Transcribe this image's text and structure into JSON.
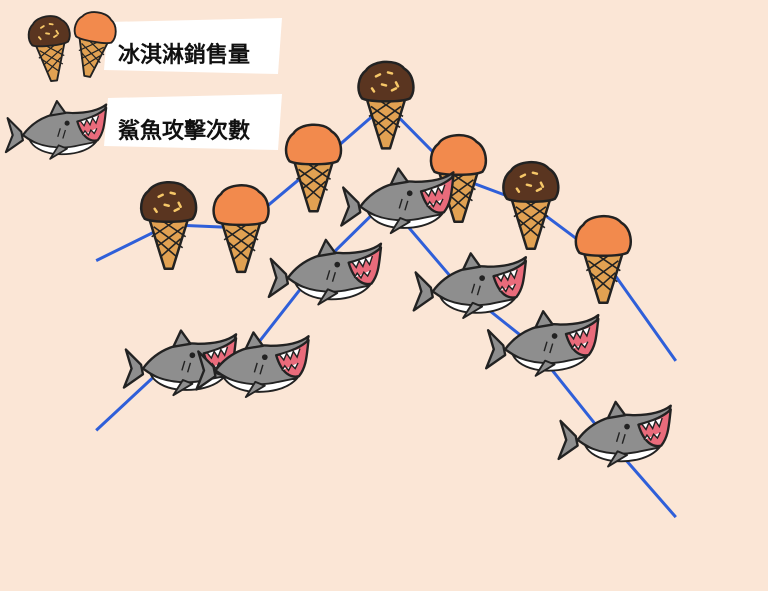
{
  "chart_data": {
    "type": "line",
    "x": [
      1,
      2,
      3,
      4,
      5,
      6,
      7,
      8,
      9
    ],
    "series": [
      {
        "name": "冰淇淋銷售量",
        "marker": "ice-cream",
        "values": [
          31.5,
          40.8,
          40.0,
          55.7,
          72.0,
          53.0,
          46.0,
          32.0,
          5.5
        ],
        "color": "#2f5fd9"
      },
      {
        "name": "鯊魚攻擊次數",
        "marker": "shark",
        "values": [
          -12.5,
          5.0,
          4.5,
          28.5,
          47.0,
          25.0,
          10.0,
          -13.5,
          -35.0
        ],
        "color": "#2f5fd9"
      }
    ],
    "xlim": [
      0.5,
      9.5
    ],
    "ylim": [
      -50,
      90
    ],
    "flavors": [
      "chocolate",
      "orange",
      "orange",
      "chocolate",
      "orange",
      "chocolate",
      "orange"
    ],
    "line_color": "#2f5fd9",
    "colors": {
      "background": "#fbe6d6",
      "chocolate": "#5a3520",
      "orange": "#f28a4d",
      "cone": "#e1a152",
      "shark_body": "#8e8e8e",
      "shark_mouth": "#e96b7b"
    }
  }
}
